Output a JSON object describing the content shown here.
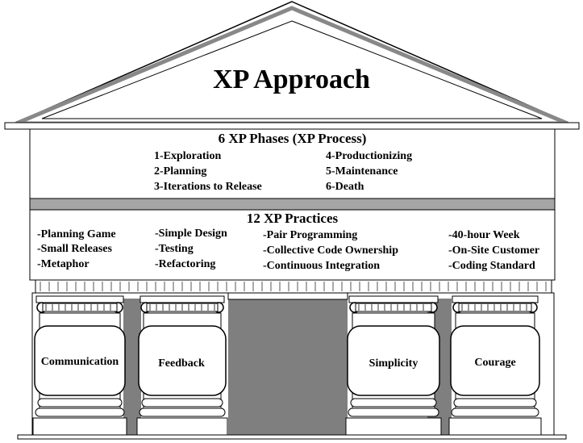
{
  "title": "XP Approach",
  "phases": {
    "heading": "6 XP Phases (XP Process)",
    "left": [
      "1-Exploration",
      "2-Planning",
      "3-Iterations to Release"
    ],
    "right": [
      "4-Productionizing",
      "5-Maintenance",
      "6-Death"
    ]
  },
  "practices": {
    "heading": "12 XP Practices",
    "col1": [
      "-Planning Game",
      "-Small Releases",
      "-Metaphor"
    ],
    "col2": [
      "-Simple Design",
      "-Testing",
      "-Refactoring"
    ],
    "col3": [
      "-Pair Programming",
      "-Collective Code Ownership",
      "-Continuous Integration"
    ],
    "col4": [
      "-40-hour Week",
      "-On-Site Customer",
      "-Coding Standard"
    ]
  },
  "pillars": [
    "Communication",
    "Feedback",
    "Simplicity",
    "Courage"
  ]
}
